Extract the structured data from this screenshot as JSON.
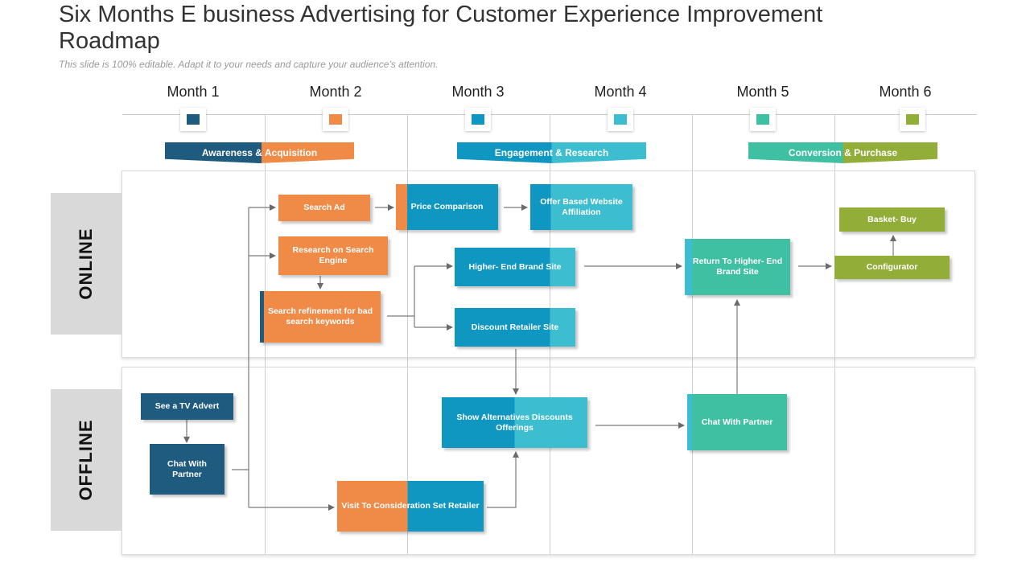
{
  "title": "Six Months E business Advertising for Customer Experience Improvement Roadmap",
  "subtitle": "This slide is 100% editable. Adapt it to your needs and capture your audience's attention.",
  "months": [
    "Month 1",
    "Month 2",
    "Month 3",
    "Month 4",
    "Month 5",
    "Month 6"
  ],
  "month_colors": [
    "#1f5a7f",
    "#f08a47",
    "#0f96c1",
    "#3dbed0",
    "#40c0a2",
    "#92ad38"
  ],
  "phases": [
    "Awareness & Acquisition",
    "Engagement & Research",
    "Conversion & Purchase"
  ],
  "rows": {
    "online": "ONLINE",
    "offline": "OFFLINE"
  },
  "nodes": {
    "search_ad": "Search Ad",
    "research_search_engine": "Research on Search Engine",
    "search_refinement": "Search refinement for bad search keywords",
    "price_comparison": "Price Comparison",
    "offer_based_affiliation": "Offer Based Website Affiliation",
    "higher_end_brand_site": "Higher- End Brand Site",
    "discount_retailer_site": "Discount Retailer Site",
    "return_higher_end": "Return To Higher- End Brand Site",
    "basket_buy": "Basket- Buy",
    "configurator": "Configurator",
    "tv_advert": "See a TV Advert",
    "chat_with_partner_1": "Chat With Partner",
    "show_alternatives": "Show Alternatives Discounts Offerings",
    "chat_with_partner_2": "Chat With Partner",
    "visit_retailer": "Visit To Consideration Set Retailer"
  }
}
